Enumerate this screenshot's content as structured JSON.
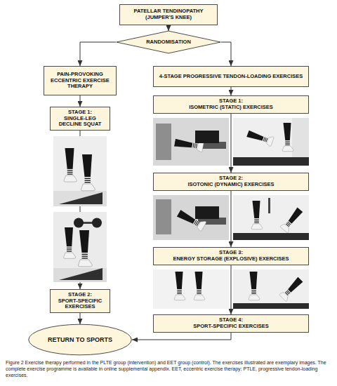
{
  "diagram": {
    "caption": "Figure 2 Exercise therapy performed in the PLTE group (intervention) and EET group (control). The exercises illustrated are exemplary images. The complete exercise programme is available in online supplemental appendix. EET, eccentric exercise therapy; PTLE, progressive tendon-loading exercises.",
    "nodes": [
      {
        "text": [
          "PATELLAR TENDINOPATHY (JUMPER'S KNEE)"
        ]
      },
      {
        "text": [
          "RANDOMISATION"
        ]
      },
      {
        "text": [
          "PAIN-PROVOKING ECCENTRIC EXERCISE THERAPY"
        ]
      },
      {
        "text": [
          "4-STAGE PROGRESSIVE TENDON-LOADING EXERCISES"
        ]
      },
      {
        "text": [
          "STAGE 1:",
          "SINGLE-LEG DECLINE SQUAT"
        ]
      },
      {
        "text": [
          "STAGE 1:",
          "ISOMETRIC (STATIC) EXERCISES"
        ]
      },
      {
        "text": [
          "STAGE 2:",
          "ISOTONIC (DYNAMIC) EXERCISES"
        ]
      },
      {
        "text": [
          "STAGE 3:",
          "ENERGY STORAGE (EXPLOSIVE) EXERCISES"
        ]
      },
      {
        "text": [
          "STAGE 2:",
          "SPORT-SPECIFIC EXERCISES"
        ]
      },
      {
        "text": [
          "STAGE 4:",
          "SPORT-SPECIFIC EXERCISES"
        ]
      },
      {
        "text": [
          "RETURN TO SPORTS"
        ]
      }
    ],
    "edges": [
      {
        "from": 0,
        "to": 1,
        "arrow": "to"
      },
      {
        "from": 1,
        "to": 2,
        "arrow": "to"
      },
      {
        "from": 1,
        "to": 3,
        "arrow": "to"
      },
      {
        "from": 2,
        "to": 4,
        "arrow": "to"
      },
      {
        "from": 3,
        "to": 5,
        "arrow": "to"
      },
      {
        "from": 4,
        "to": 8,
        "arrow": "to"
      },
      {
        "from": 5,
        "to": 6,
        "arrow": "to"
      },
      {
        "from": 6,
        "to": 7,
        "arrow": "to"
      },
      {
        "from": 7,
        "to": 9,
        "arrow": "to"
      },
      {
        "from": 8,
        "to": 10,
        "arrow": "to"
      },
      {
        "from": 9,
        "to": 10,
        "arrow": "to"
      }
    ]
  }
}
